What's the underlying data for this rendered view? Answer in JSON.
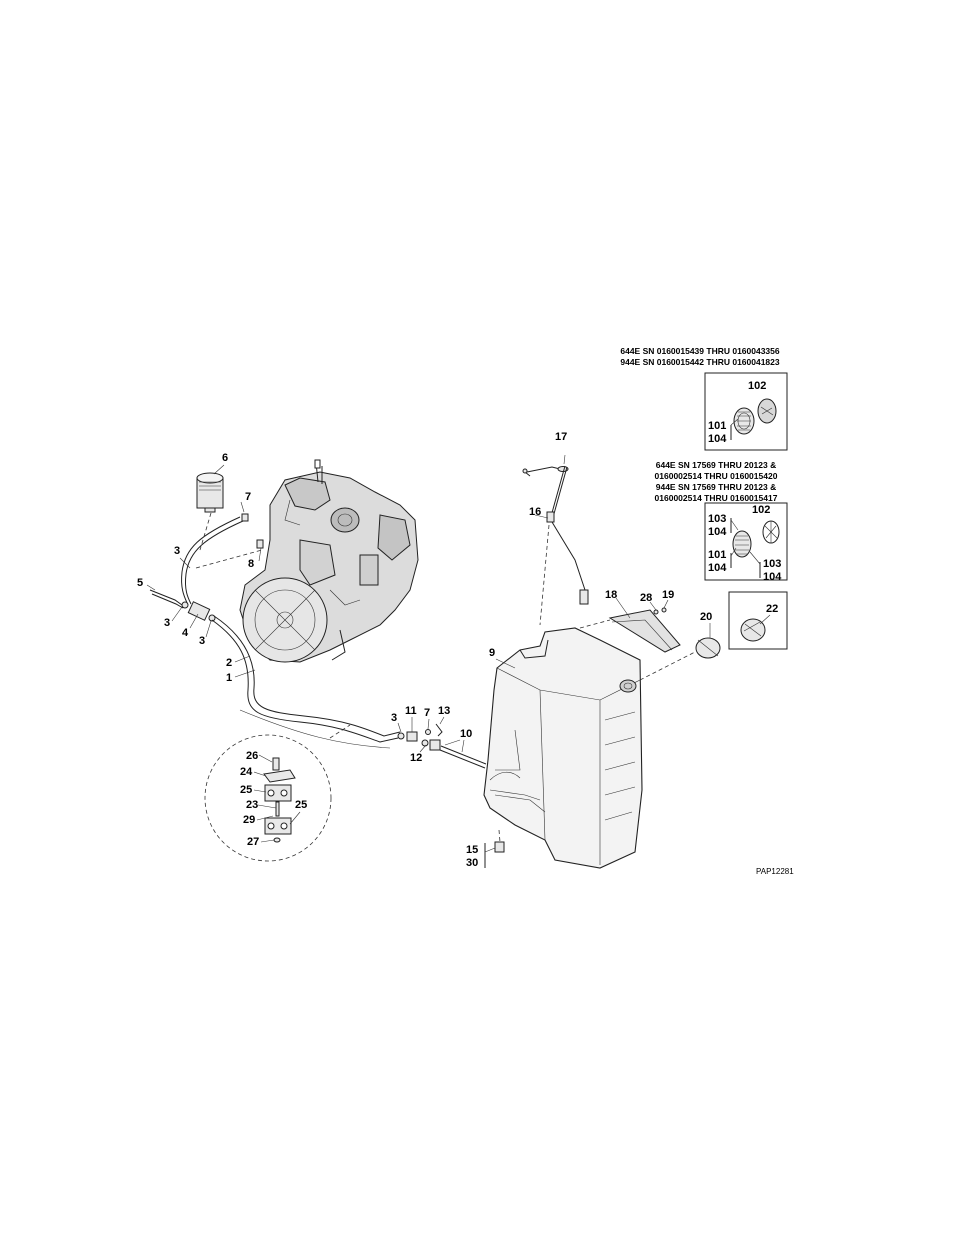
{
  "inset_headers": {
    "upper": [
      "644E SN 0160015439 THRU 0160043356",
      "944E SN 0160015442 THRU 0160041823"
    ],
    "lower": [
      "644E SN 17569 THRU 20123 &",
      "0160002514 THRU 0160015420",
      "944E SN 17569 THRU 20123 &",
      "0160002514 THRU 0160015417"
    ]
  },
  "inset_labels": {
    "a_102": "102",
    "a_101": "101",
    "a_104": "104",
    "b_102": "102",
    "b_103": "103",
    "b_104": "104",
    "b_101": "101",
    "b_104b": "104",
    "b_103r": "103",
    "b_104r": "104",
    "c_22": "22"
  },
  "callouts": {
    "n1": "1",
    "n2": "2",
    "n3a": "3",
    "n3b": "3",
    "n3c": "3",
    "n3d": "3",
    "n4": "4",
    "n5": "5",
    "n6": "6",
    "n7a": "7",
    "n7b": "7",
    "n8": "8",
    "n9": "9",
    "n10": "10",
    "n11": "11",
    "n12": "12",
    "n13": "13",
    "n15": "15",
    "n30": "30",
    "n16": "16",
    "n17": "17",
    "n18": "18",
    "n19": "19",
    "n20": "20",
    "n28": "28",
    "n23": "23",
    "n24": "24",
    "n25a": "25",
    "n25b": "25",
    "n26": "26",
    "n27": "27",
    "n29": "29"
  },
  "figure_ref": "PAP12281"
}
